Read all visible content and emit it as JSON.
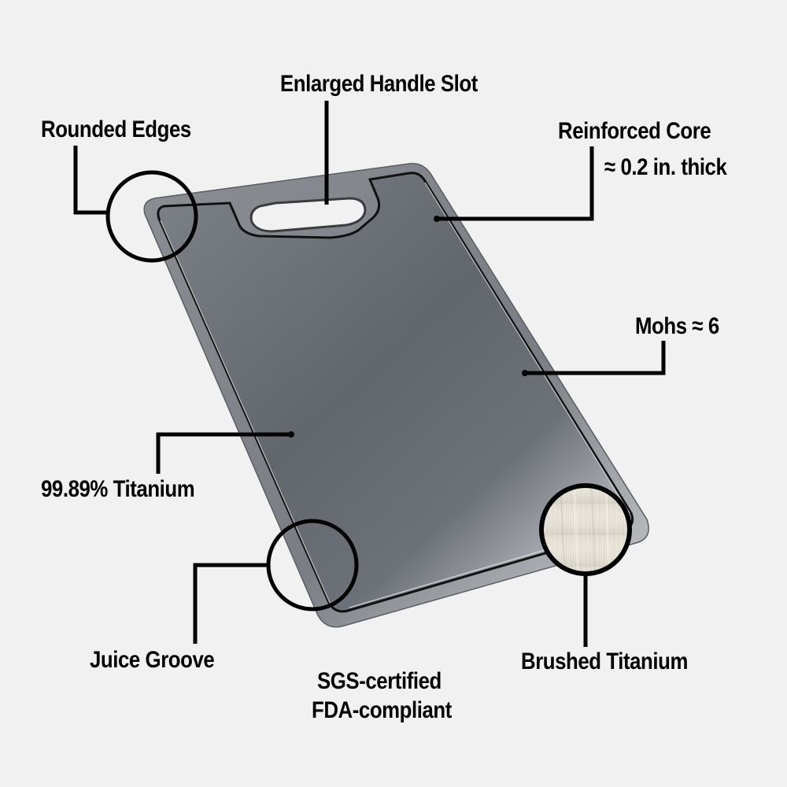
{
  "background_color": "#f1f1f1",
  "product": {
    "name": "Titanium cutting board",
    "board_color": "#6b6f76",
    "swatch_color": "#e9e4da"
  },
  "callouts": {
    "handle_slot": {
      "label": "Enlarged Handle Slot"
    },
    "rounded_edges": {
      "label": "Rounded Edges"
    },
    "reinforced_core": {
      "label_line1": "Reinforced Core",
      "label_line2": "≈ 0.2 in. thick"
    },
    "mohs": {
      "label": "Mohs ≈ 6"
    },
    "titanium_purity": {
      "label": "99.89% Titanium"
    },
    "juice_groove": {
      "label": "Juice Groove"
    },
    "certification": {
      "label_line1": "SGS-certified",
      "label_line2": "FDA-compliant"
    },
    "brushed_titanium": {
      "label": "Brushed Titanium"
    }
  }
}
